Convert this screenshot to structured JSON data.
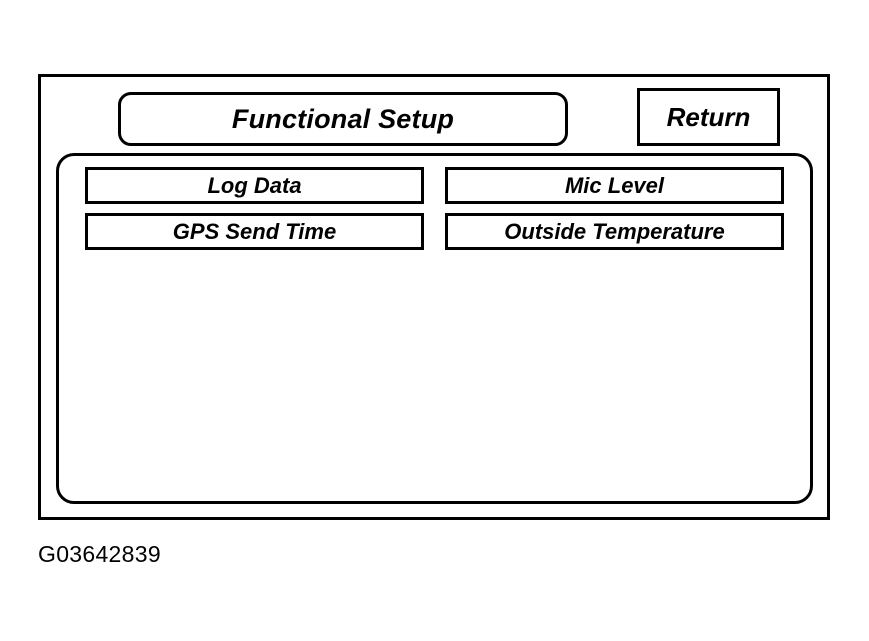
{
  "screen": {
    "header": {
      "title": "Functional Setup",
      "return_label": "Return"
    },
    "menu": {
      "buttons": [
        {
          "label": "Log Data"
        },
        {
          "label": "Mic Level"
        },
        {
          "label": "GPS Send Time"
        },
        {
          "label": "Outside Temperature"
        }
      ]
    }
  },
  "figure": {
    "caption": "G03642839"
  },
  "colors": {
    "ink": "#000000",
    "paper": "#ffffff"
  }
}
